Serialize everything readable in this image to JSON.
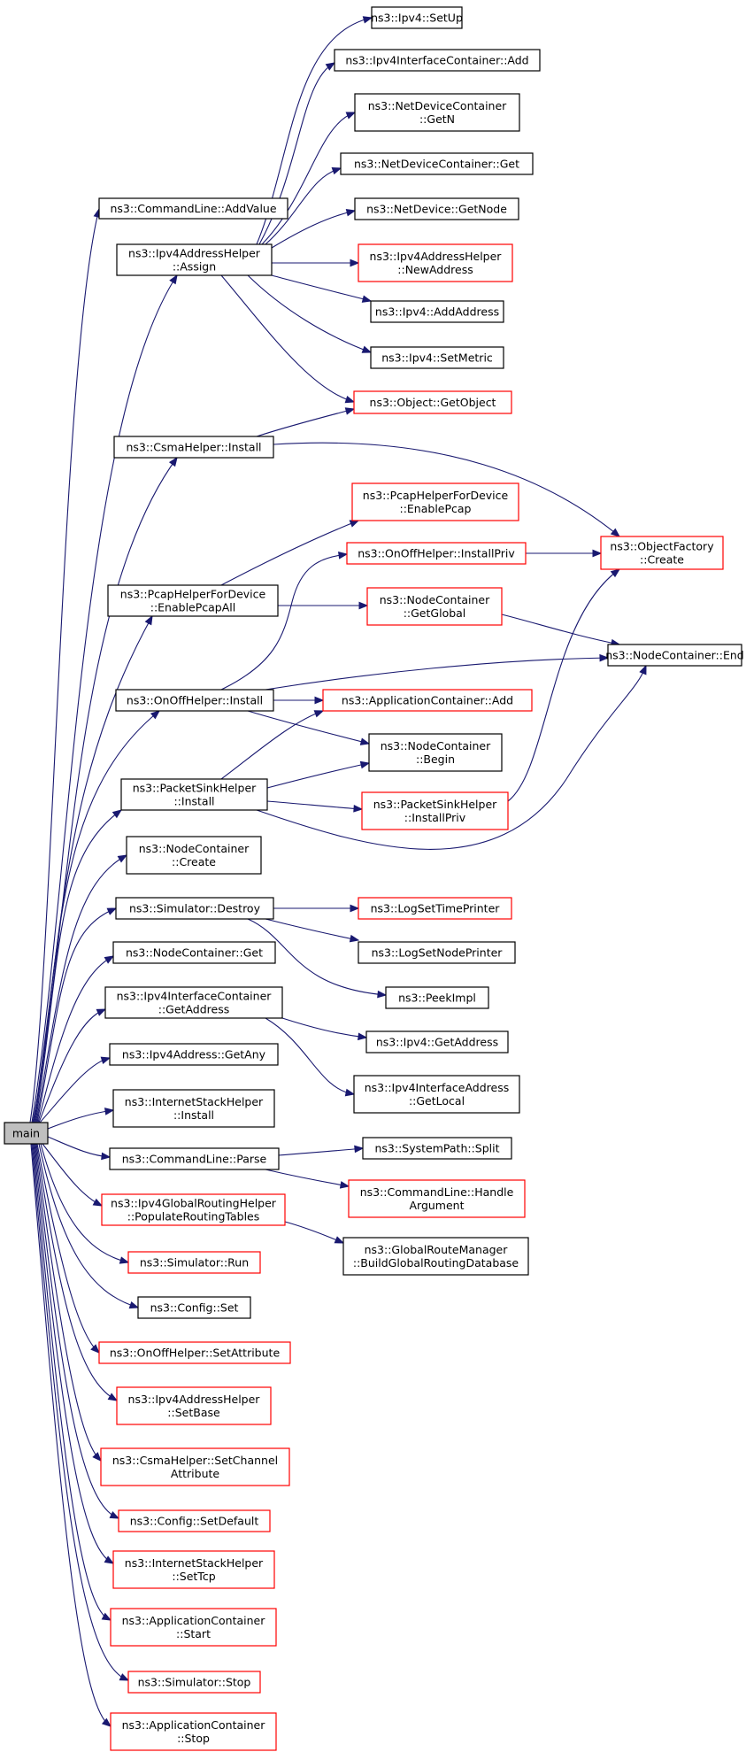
{
  "colors": {
    "edge": "#191970",
    "box_border_normal": "#000000",
    "box_border_truncated": "#ff0000",
    "root_fill": "#bfbfbf",
    "node_fill": "#ffffff"
  },
  "nodes": {
    "main": {
      "lines": [
        "main"
      ],
      "style": "root"
    },
    "cmd_addvalue": {
      "lines": [
        "ns3::CommandLine::AddValue"
      ],
      "style": "normal"
    },
    "ipv4helper_assign": {
      "lines": [
        "ns3::Ipv4AddressHelper",
        "::Assign"
      ],
      "style": "normal"
    },
    "csma_install": {
      "lines": [
        "ns3::CsmaHelper::Install"
      ],
      "style": "normal"
    },
    "pcap_enableall": {
      "lines": [
        "ns3::PcapHelperForDevice",
        "::EnablePcapAll"
      ],
      "style": "normal"
    },
    "onoff_install": {
      "lines": [
        "ns3::OnOffHelper::Install"
      ],
      "style": "normal"
    },
    "sink_install": {
      "lines": [
        "ns3::PacketSinkHelper",
        "::Install"
      ],
      "style": "normal"
    },
    "nc_create": {
      "lines": [
        "ns3::NodeContainer",
        "::Create"
      ],
      "style": "normal"
    },
    "sim_destroy": {
      "lines": [
        "ns3::Simulator::Destroy"
      ],
      "style": "normal"
    },
    "nc_get": {
      "lines": [
        "ns3::NodeContainer::Get"
      ],
      "style": "normal"
    },
    "iic_getaddress": {
      "lines": [
        "ns3::Ipv4InterfaceContainer",
        "::GetAddress"
      ],
      "style": "normal"
    },
    "ipv4addr_getany": {
      "lines": [
        "ns3::Ipv4Address::GetAny"
      ],
      "style": "normal"
    },
    "ish_install": {
      "lines": [
        "ns3::InternetStackHelper",
        "::Install"
      ],
      "style": "normal"
    },
    "cmd_parse": {
      "lines": [
        "ns3::CommandLine::Parse"
      ],
      "style": "normal"
    },
    "grh_populate": {
      "lines": [
        "ns3::Ipv4GlobalRoutingHelper",
        "::PopulateRoutingTables"
      ],
      "style": "truncated"
    },
    "sim_run": {
      "lines": [
        "ns3::Simulator::Run"
      ],
      "style": "truncated"
    },
    "config_set": {
      "lines": [
        "ns3::Config::Set"
      ],
      "style": "normal"
    },
    "onoff_setattr": {
      "lines": [
        "ns3::OnOffHelper::SetAttribute"
      ],
      "style": "truncated"
    },
    "ipv4helper_setbase": {
      "lines": [
        "ns3::Ipv4AddressHelper",
        "::SetBase"
      ],
      "style": "truncated"
    },
    "csma_setchannel": {
      "lines": [
        "ns3::CsmaHelper::SetChannel",
        "Attribute"
      ],
      "style": "truncated"
    },
    "config_setdefault": {
      "lines": [
        "ns3::Config::SetDefault"
      ],
      "style": "truncated"
    },
    "ish_settcp": {
      "lines": [
        "ns3::InternetStackHelper",
        "::SetTcp"
      ],
      "style": "truncated"
    },
    "ac_start": {
      "lines": [
        "ns3::ApplicationContainer",
        "::Start"
      ],
      "style": "truncated"
    },
    "sim_stop": {
      "lines": [
        "ns3::Simulator::Stop"
      ],
      "style": "truncated"
    },
    "ac_stop": {
      "lines": [
        "ns3::ApplicationContainer",
        "::Stop"
      ],
      "style": "truncated"
    },
    "ipv4_setup": {
      "lines": [
        "ns3::Ipv4::SetUp"
      ],
      "style": "normal"
    },
    "iic_add": {
      "lines": [
        "ns3::Ipv4InterfaceContainer::Add"
      ],
      "style": "normal"
    },
    "ndc_getn": {
      "lines": [
        "ns3::NetDeviceContainer",
        "::GetN"
      ],
      "style": "normal"
    },
    "ndc_get": {
      "lines": [
        "ns3::NetDeviceContainer::Get"
      ],
      "style": "normal"
    },
    "nd_getnode": {
      "lines": [
        "ns3::NetDevice::GetNode"
      ],
      "style": "normal"
    },
    "ipv4helper_newaddr": {
      "lines": [
        "ns3::Ipv4AddressHelper",
        "::NewAddress"
      ],
      "style": "truncated"
    },
    "ipv4_addaddress": {
      "lines": [
        "ns3::Ipv4::AddAddress"
      ],
      "style": "normal"
    },
    "ipv4_setmetric": {
      "lines": [
        "ns3::Ipv4::SetMetric"
      ],
      "style": "normal"
    },
    "object_getobject": {
      "lines": [
        "ns3::Object::GetObject"
      ],
      "style": "truncated"
    },
    "pcap_enable": {
      "lines": [
        "ns3::PcapHelperForDevice",
        "::EnablePcap"
      ],
      "style": "truncated"
    },
    "onoff_installpriv": {
      "lines": [
        "ns3::OnOffHelper::InstallPriv"
      ],
      "style": "truncated"
    },
    "nc_getglobal": {
      "lines": [
        "ns3::NodeContainer",
        "::GetGlobal"
      ],
      "style": "truncated"
    },
    "ac_add": {
      "lines": [
        "ns3::ApplicationContainer::Add"
      ],
      "style": "truncated"
    },
    "nc_begin": {
      "lines": [
        "ns3::NodeContainer",
        "::Begin"
      ],
      "style": "normal"
    },
    "sink_installpriv": {
      "lines": [
        "ns3::PacketSinkHelper",
        "::InstallPriv"
      ],
      "style": "truncated"
    },
    "log_settime": {
      "lines": [
        "ns3::LogSetTimePrinter"
      ],
      "style": "truncated"
    },
    "log_setnode": {
      "lines": [
        "ns3::LogSetNodePrinter"
      ],
      "style": "normal"
    },
    "peekimpl": {
      "lines": [
        "ns3::PeekImpl"
      ],
      "style": "normal"
    },
    "ipv4_getaddress": {
      "lines": [
        "ns3::Ipv4::GetAddress"
      ],
      "style": "normal"
    },
    "iia_getlocal": {
      "lines": [
        "ns3::Ipv4InterfaceAddress",
        "::GetLocal"
      ],
      "style": "normal"
    },
    "syspath_split": {
      "lines": [
        "ns3::SystemPath::Split"
      ],
      "style": "normal"
    },
    "cmd_handlearg": {
      "lines": [
        "ns3::CommandLine::Handle",
        "Argument"
      ],
      "style": "truncated"
    },
    "grm_build": {
      "lines": [
        "ns3::GlobalRouteManager",
        "::BuildGlobalRoutingDatabase"
      ],
      "style": "normal"
    },
    "objfactory_create": {
      "lines": [
        "ns3::ObjectFactory",
        "::Create"
      ],
      "style": "truncated"
    },
    "nc_end": {
      "lines": [
        "ns3::NodeContainer::End"
      ],
      "style": "normal"
    }
  }
}
